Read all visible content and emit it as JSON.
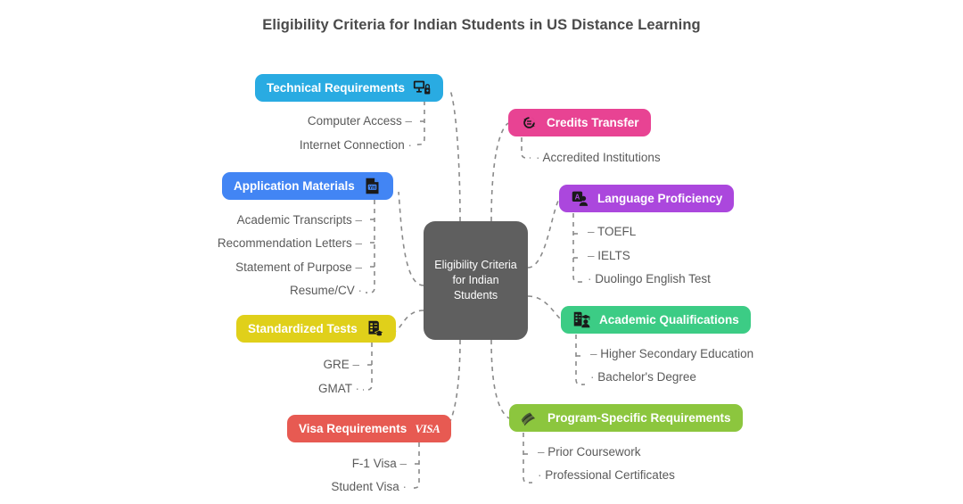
{
  "page": {
    "title": "Eligibility Criteria for Indian Students in US Distance Learning",
    "background_color": "#ffffff",
    "title_color": "#4a4a4a",
    "connector_color": "#8a8a8a",
    "leaf_text_color": "#5a5a5a"
  },
  "root": {
    "label": "Eligibility Criteria for Indian Students",
    "color": "#5f5f5f",
    "text_color": "#ffffff"
  },
  "branches": [
    {
      "id": "technical-requirements",
      "label": "Technical Requirements",
      "color": "#29abe2",
      "icon": "computer-lock-icon",
      "icon_side": "right",
      "side": "left",
      "children": [
        "Computer Access",
        "Internet Connection"
      ]
    },
    {
      "id": "application-materials",
      "label": "Application Materials",
      "color": "#4285f4",
      "icon": "document-file-icon",
      "icon_side": "right",
      "side": "left",
      "children": [
        "Academic Transcripts",
        "Recommendation Letters",
        "Statement of Purpose",
        "Resume/CV"
      ]
    },
    {
      "id": "standardized-tests",
      "label": "Standardized Tests",
      "color": "#e0d01a",
      "icon": "exam-paper-graduation-icon",
      "icon_side": "right",
      "side": "left",
      "children": [
        "GRE",
        "GMAT"
      ]
    },
    {
      "id": "visa-requirements",
      "label": "Visa Requirements",
      "color": "#e75a52",
      "icon": "visa-wordmark-icon",
      "icon_side": "right",
      "side": "left",
      "children": [
        "F-1 Visa",
        "Student Visa"
      ]
    },
    {
      "id": "credits-transfer",
      "label": "Credits Transfer",
      "color": "#e84393",
      "icon": "transfer-arrows-icon",
      "icon_side": "left",
      "side": "right",
      "children": [
        "Accredited Institutions"
      ]
    },
    {
      "id": "language-proficiency",
      "label": "Language Proficiency",
      "color": "#ab47dd",
      "icon": "language-person-icon",
      "icon_side": "left",
      "side": "right",
      "children": [
        "TOEFL",
        "IELTS",
        "Duolingo English Test"
      ]
    },
    {
      "id": "academic-qualifications",
      "label": "Academic Qualifications",
      "color": "#3ccc85",
      "icon": "graduate-document-icon",
      "icon_side": "left",
      "side": "right",
      "children": [
        "Higher Secondary Education",
        "Bachelor's Degree"
      ]
    },
    {
      "id": "program-specific-requirements",
      "label": "Program-Specific Requirements",
      "color": "#8cc63e",
      "icon": "open-book-icon",
      "icon_side": "left",
      "side": "right",
      "children": [
        "Prior Coursework",
        "Professional Certificates"
      ]
    }
  ]
}
